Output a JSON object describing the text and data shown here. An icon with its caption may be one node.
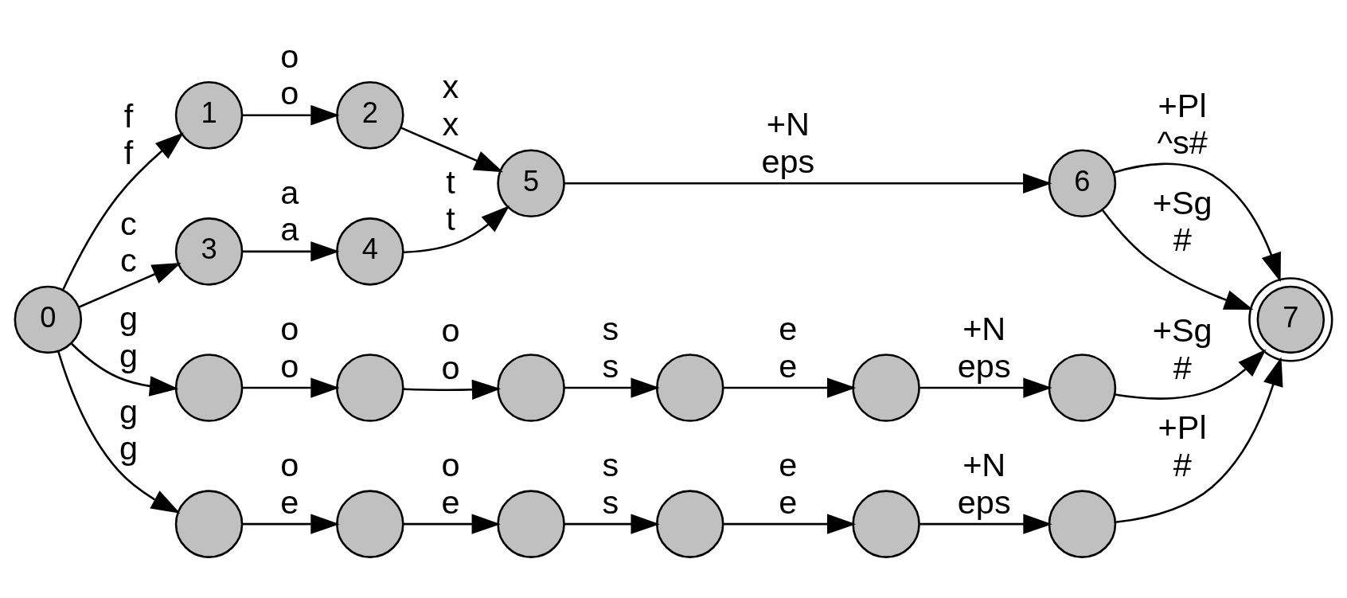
{
  "diagram": {
    "nodes": [
      {
        "text": [
          "0"
        ]
      },
      {
        "text": [
          "1"
        ]
      },
      {
        "text": [
          "2"
        ]
      },
      {
        "text": [
          "3"
        ]
      },
      {
        "text": [
          "4"
        ]
      },
      {
        "text": [
          "5"
        ]
      },
      {
        "text": [
          "6"
        ]
      },
      {
        "text": [
          "7"
        ]
      },
      {
        "text": [],
        "shape": "circle"
      },
      {
        "text": [],
        "shape": "circle"
      },
      {
        "text": [],
        "shape": "circle"
      },
      {
        "text": [],
        "shape": "circle"
      },
      {
        "text": [],
        "shape": "circle"
      },
      {
        "text": [],
        "shape": "circle"
      },
      {
        "text": [],
        "shape": "circle"
      },
      {
        "text": [],
        "shape": "circle"
      },
      {
        "text": [],
        "shape": "circle"
      },
      {
        "text": [],
        "shape": "circle"
      },
      {
        "text": [],
        "shape": "circle"
      },
      {
        "text": [],
        "shape": "circle"
      }
    ],
    "edges": [
      {
        "from": 0,
        "to": 1,
        "arrow": "to",
        "label": "f f"
      },
      {
        "from": 1,
        "to": 2,
        "arrow": "to",
        "label": "o o"
      },
      {
        "from": 2,
        "to": 5,
        "arrow": "to",
        "label": "x x"
      },
      {
        "from": 0,
        "to": 3,
        "arrow": "to",
        "label": "c c"
      },
      {
        "from": 3,
        "to": 4,
        "arrow": "to",
        "label": "a a"
      },
      {
        "from": 4,
        "to": 5,
        "arrow": "to",
        "label": "t t"
      },
      {
        "from": 5,
        "to": 6,
        "arrow": "to",
        "label": "+N eps"
      },
      {
        "from": 6,
        "to": 7,
        "arrow": "to",
        "label": "+Pl ^s#"
      },
      {
        "from": 6,
        "to": 7,
        "arrow": "to",
        "label": "+Sg #"
      },
      {
        "from": 0,
        "to": 8,
        "arrow": "to",
        "label": "g g"
      },
      {
        "from": 8,
        "to": 9,
        "arrow": "to",
        "label": "o o"
      },
      {
        "from": 9,
        "to": 10,
        "arrow": "to",
        "label": "o o"
      },
      {
        "from": 10,
        "to": 11,
        "arrow": "to",
        "label": "s s"
      },
      {
        "from": 11,
        "to": 12,
        "arrow": "to",
        "label": "e e"
      },
      {
        "from": 12,
        "to": 13,
        "arrow": "to",
        "label": "+N eps"
      },
      {
        "from": 13,
        "to": 7,
        "arrow": "to",
        "label": "+Sg #"
      },
      {
        "from": 0,
        "to": 14,
        "arrow": "to",
        "label": "g g"
      },
      {
        "from": 14,
        "to": 15,
        "arrow": "to",
        "label": "o e"
      },
      {
        "from": 15,
        "to": 16,
        "arrow": "to",
        "label": "o e"
      },
      {
        "from": 16,
        "to": 17,
        "arrow": "to",
        "label": "s s"
      },
      {
        "from": 17,
        "to": 18,
        "arrow": "to",
        "label": "e e"
      },
      {
        "from": 18,
        "to": 19,
        "arrow": "to",
        "label": "+N eps"
      },
      {
        "from": 19,
        "to": 7,
        "arrow": "to",
        "label": "+Pl #"
      }
    ]
  }
}
